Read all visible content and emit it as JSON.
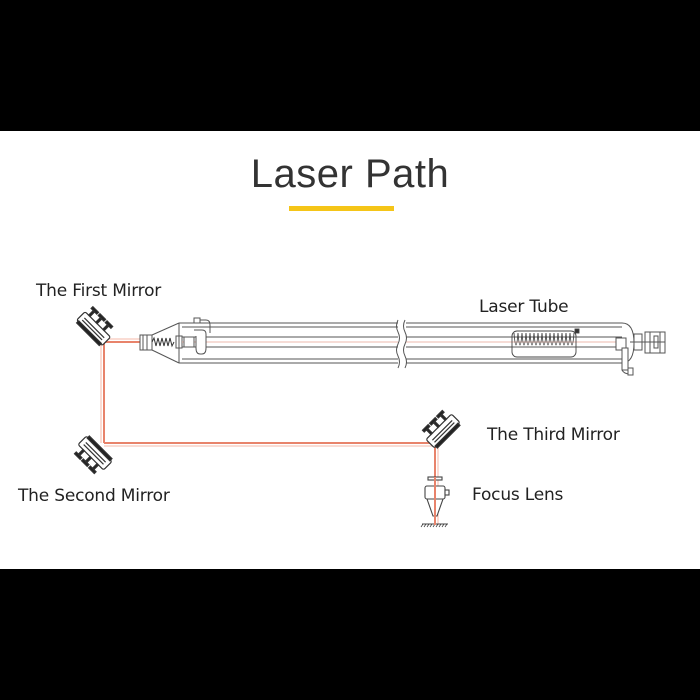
{
  "title": "Laser Path",
  "accent_color": "#f5c518",
  "beam_color": "#e8836b",
  "labels": {
    "first_mirror": "The First Mirror",
    "laser_tube": "Laser Tube",
    "second_mirror": "The Second Mirror",
    "third_mirror": "The Third Mirror",
    "focus_lens": "Focus Lens"
  },
  "components": [
    {
      "name": "The First Mirror",
      "icon": "mirror-icon"
    },
    {
      "name": "Laser Tube",
      "icon": "laser-tube-icon"
    },
    {
      "name": "The Second Mirror",
      "icon": "mirror-icon"
    },
    {
      "name": "The Third Mirror",
      "icon": "mirror-icon"
    },
    {
      "name": "Focus Lens",
      "icon": "focus-lens-icon"
    }
  ]
}
